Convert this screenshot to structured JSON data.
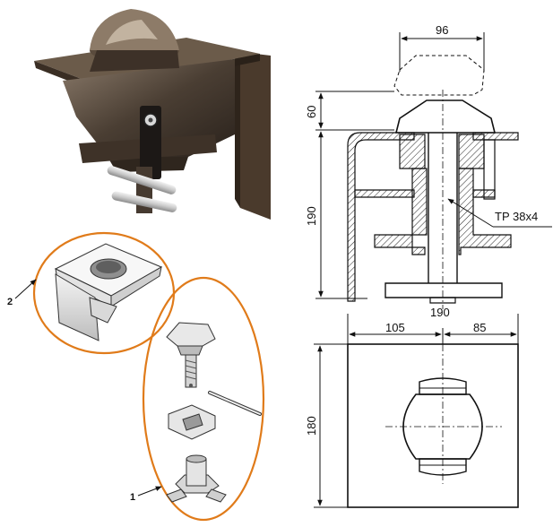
{
  "labels": {
    "callout_1": "1",
    "callout_2": "2"
  },
  "dimensions": {
    "top_width": "96",
    "head_height": "60",
    "body_height": "190",
    "thread": "TP 38x4",
    "plate_width": "190",
    "left_offset": "105",
    "right_offset": "85",
    "plate_height": "180"
  },
  "colors": {
    "outline": "#e07b1a",
    "metal_dark": "#3b3128",
    "metal_mid": "#6e5e4e",
    "metal_light": "#a8998a",
    "ink": "#111111"
  }
}
